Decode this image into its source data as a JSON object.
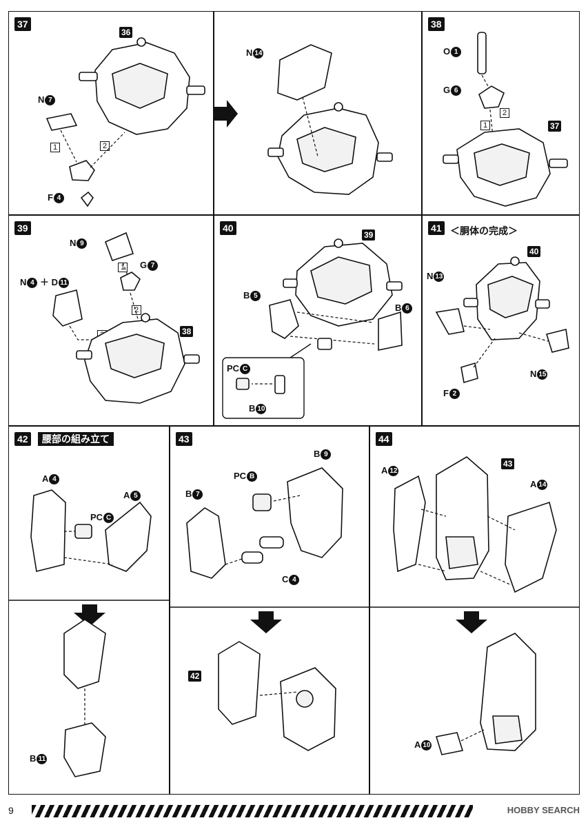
{
  "page": {
    "number": "9",
    "watermark": "HOBBY SEARCH"
  },
  "steps": {
    "s37": {
      "num": "37",
      "ref": "36",
      "n_label": "N",
      "n_num": "7",
      "f_label": "F",
      "f_num": "4",
      "n2_label": "N",
      "n2_num": "14",
      "seq1": "1",
      "seq2": "2"
    },
    "s38": {
      "num": "38",
      "ref": "37",
      "o_label": "O",
      "o_num": "1",
      "g_label": "G",
      "g_num": "6",
      "seq1": "1",
      "seq2": "2"
    },
    "s39": {
      "num": "39",
      "ref": "38",
      "n_label": "N",
      "n_num": "9",
      "g_label": "G",
      "g_num": "7",
      "combo_a": "N",
      "combo_a_num": "4",
      "combo_plus": "＋",
      "combo_b": "D",
      "combo_b_num": "11",
      "seq1": "1",
      "seq2": "2",
      "seq3": "3"
    },
    "s40": {
      "num": "40",
      "ref": "39",
      "b5_label": "B",
      "b5_num": "5",
      "b6_label": "B",
      "b6_num": "6",
      "pc_label": "PC",
      "pc_num": "C",
      "b10_label": "B",
      "b10_num": "10"
    },
    "s41": {
      "num": "41",
      "title": "＜胴体の完成＞",
      "ref": "40",
      "n13_label": "N",
      "n13_num": "13",
      "f_label": "F",
      "f_num": "2",
      "n15_label": "N",
      "n15_num": "15"
    },
    "s42": {
      "num": "42",
      "title": "腰部の組み立て",
      "a4_label": "A",
      "a4_num": "4",
      "a5_label": "A",
      "a5_num": "5",
      "pc_label": "PC",
      "pc_num": "C",
      "b11_label": "B",
      "b11_num": "11"
    },
    "s43": {
      "num": "43",
      "b7_label": "B",
      "b7_num": "7",
      "b9_label": "B",
      "b9_num": "9",
      "pc_label": "PC",
      "pc_num": "B",
      "c4_label": "C",
      "c4_num": "4",
      "ref": "42"
    },
    "s44": {
      "num": "44",
      "ref": "43",
      "a12_label": "A",
      "a12_num": "12",
      "a14_label": "A",
      "a14_num": "14",
      "a10_label": "A",
      "a10_num": "10"
    }
  }
}
